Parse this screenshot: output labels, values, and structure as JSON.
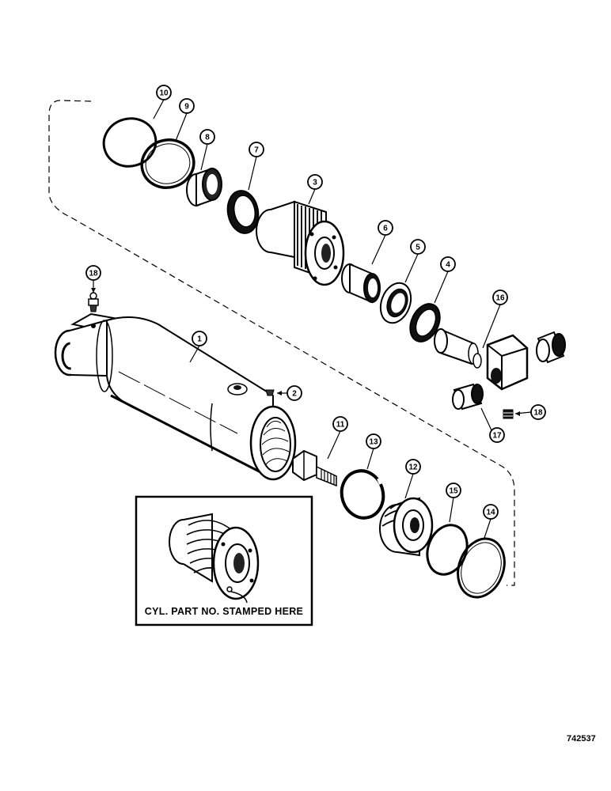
{
  "diagram": {
    "reference_number": "742537",
    "inset_caption": "CYL. PART NO. STAMPED HERE",
    "callouts": [
      "10",
      "9",
      "8",
      "7",
      "3",
      "6",
      "5",
      "4",
      "18",
      "1",
      "2",
      "16",
      "17",
      "18",
      "11",
      "13",
      "12",
      "15",
      "14"
    ]
  }
}
